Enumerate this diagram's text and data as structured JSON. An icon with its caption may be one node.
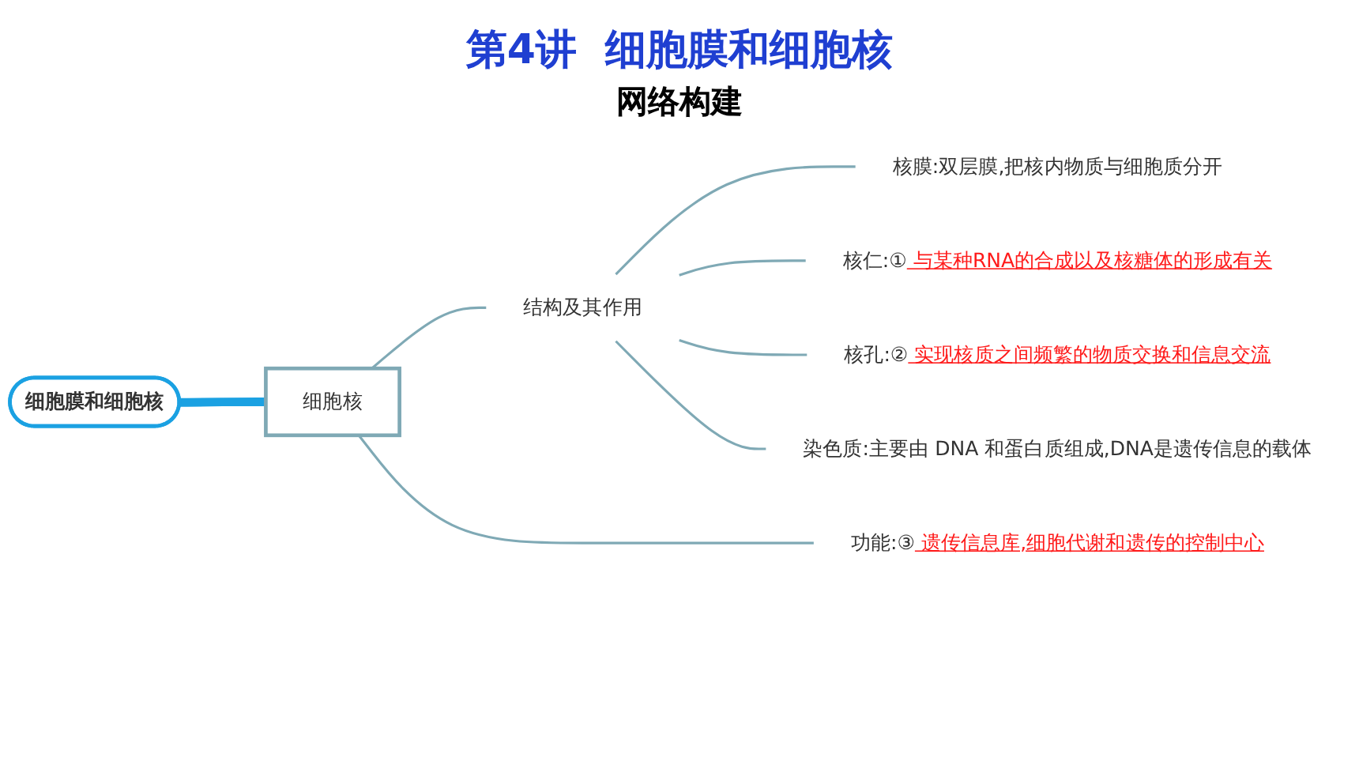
{
  "diagram": {
    "title": "第4讲  细胞膜和细胞核",
    "nodes": [
      {
        "text": [
          "细胞核"
        ]
      },
      {
        "text": [
          "结构及其作用"
        ]
      },
      {
        "text": [
          "核膜:双层膜,把核内物质与细胞质分开"
        ]
      },
      {
        "text": [
          "核仁:①",
          "与某种RNA的合成以及核糖体的形成有关"
        ]
      },
      {
        "text": [
          "核孔:②",
          "实现核质之间频繁的物质交换和信息交流"
        ]
      },
      {
        "text": [
          "染色质:主要由 DNA 和蛋白质组成,DNA是遗传信息的载体"
        ]
      },
      {
        "text": [
          "功能:③",
          "遗传信息库,细胞代谢和遗传的控制中心"
        ]
      },
      {
        "text": [
          "细胞膜和细胞核"
        ]
      }
    ],
    "edges": [
      {
        "from": 0,
        "to": 1,
        "arrow": "none"
      },
      {
        "from": 1,
        "to": 2,
        "arrow": "none"
      },
      {
        "from": 1,
        "to": 3,
        "arrow": "none"
      },
      {
        "from": 1,
        "to": 4,
        "arrow": "none"
      },
      {
        "from": 1,
        "to": 5,
        "arrow": "none"
      },
      {
        "from": 0,
        "to": 6,
        "arrow": "none"
      },
      {
        "from": 7,
        "to": 0,
        "arrow": "none",
        "style": "thick",
        "color": "#1ba1e2"
      }
    ],
    "labels": [
      "网络构建"
    ]
  }
}
